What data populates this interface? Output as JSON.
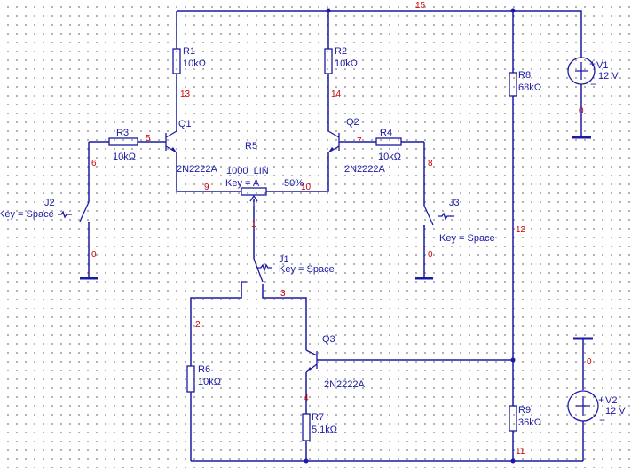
{
  "components": {
    "r1": {
      "name": "R1",
      "value": "10kΩ"
    },
    "r2": {
      "name": "R2",
      "value": "10kΩ"
    },
    "r3": {
      "name": "R3",
      "value": "10kΩ"
    },
    "r4": {
      "name": "R4",
      "value": "10kΩ"
    },
    "r5": {
      "name": "R5",
      "value": "1000_LIN",
      "key": "Key = A",
      "percent": "50%"
    },
    "r6": {
      "name": "R6",
      "value": "10kΩ"
    },
    "r7": {
      "name": "R7",
      "value": "5.1kΩ"
    },
    "r8": {
      "name": "R8",
      "value": "68kΩ"
    },
    "r9": {
      "name": "R9",
      "value": "36kΩ"
    },
    "q1": {
      "name": "Q1",
      "model": "2N2222A"
    },
    "q2": {
      "name": "Q2",
      "model": "2N2222A"
    },
    "q3": {
      "name": "Q3",
      "model": "2N2222A"
    },
    "j1": {
      "name": "J1",
      "key": "Key = Space"
    },
    "j2": {
      "name": "J2",
      "key": "Key = Space"
    },
    "j3": {
      "name": "J3",
      "key": "Key = Space"
    },
    "v1": {
      "name": "V1",
      "value": "12 V"
    },
    "v2": {
      "name": "V2",
      "value": "12 V"
    }
  },
  "nodes": {
    "n15": "15",
    "n13": "13",
    "n14": "14",
    "n5": "5",
    "n7": "7",
    "n6": "6",
    "n8": "8",
    "n9": "9",
    "n10": "10",
    "n1": "1",
    "n3": "3",
    "n2": "2",
    "n4": "4",
    "n12": "12",
    "n11": "11",
    "n0a": "0",
    "n0b": "0",
    "n0c": "0",
    "n0d": "0"
  },
  "symbols": {
    "plus": "+",
    "minus": "−"
  },
  "colors": {
    "wire": "#1a1aa6",
    "node_label": "#cc0000",
    "grid_dot": "#8a8a8a"
  }
}
